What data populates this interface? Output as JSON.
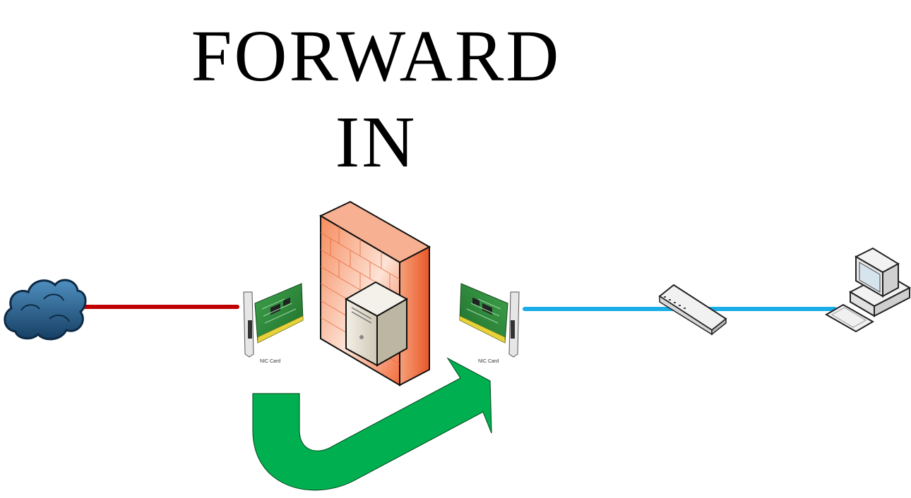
{
  "title": {
    "line1": "FORWARD",
    "line2": "IN"
  },
  "nic_left": {
    "label": "NIC Card"
  },
  "nic_right": {
    "label": "NIC Card"
  },
  "colors": {
    "wan_link": "#c00000",
    "lan_link": "#19aee8",
    "arrow": "#00b050",
    "firewall": "#f26b3a",
    "cloud": "#1f5c8a"
  },
  "icons": {
    "cloud": "internet-cloud-icon",
    "firewall": "firewall-icon",
    "server": "server-icon",
    "nic": "nic-card-icon",
    "switch": "network-switch-icon",
    "workstation": "workstation-icon",
    "arrow": "forward-arrow-icon"
  }
}
